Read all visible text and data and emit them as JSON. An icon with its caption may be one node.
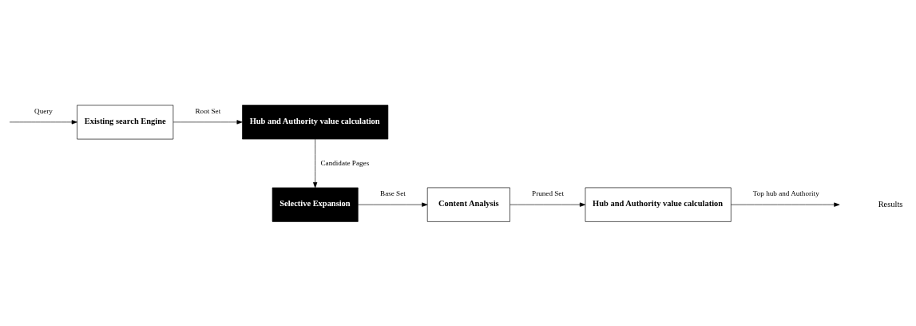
{
  "diagram": {
    "nodes": [
      {
        "text": [
          "Existing search Engine"
        ]
      },
      {
        "text": [
          "Hub and Authority value calculation"
        ]
      },
      {
        "text": [
          "Selective Expansion"
        ]
      },
      {
        "text": [
          "Content Analysis"
        ]
      },
      {
        "text": [
          "Hub and Authority value calculation"
        ]
      }
    ],
    "edges": [
      {
        "from": null,
        "to": 0,
        "arrow": "to",
        "label": "Query"
      },
      {
        "from": 0,
        "to": 1,
        "arrow": "to",
        "label": "Root Set"
      },
      {
        "from": 1,
        "to": 2,
        "arrow": "to",
        "label": "Candidate Pages"
      },
      {
        "from": 2,
        "to": 3,
        "arrow": "to",
        "label": "Base Set"
      },
      {
        "from": 3,
        "to": 4,
        "arrow": "to",
        "label": "Pruned Set"
      },
      {
        "from": 4,
        "to": null,
        "arrow": "to",
        "label": "Top hub and Authority"
      }
    ],
    "labels": [
      "Results"
    ]
  }
}
